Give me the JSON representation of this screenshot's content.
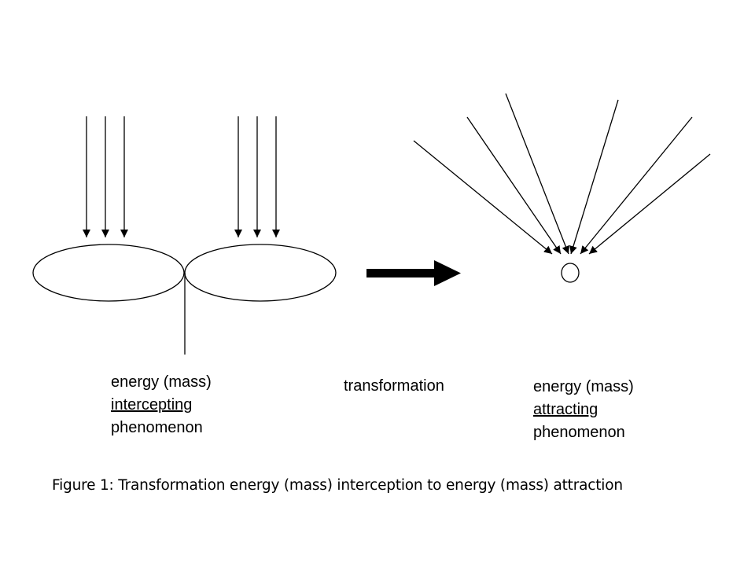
{
  "left_label": {
    "line1": "energy (mass)",
    "line2": "intercepting",
    "line3": "phenomenon"
  },
  "middle_label": "transformation",
  "right_label": {
    "line1": "energy (mass)",
    "line2": "attracting",
    "line3": "phenomenon"
  },
  "caption": "Figure 1: Transformation energy (mass) interception to energy (mass) attraction",
  "colors": {
    "stroke": "#000000",
    "background": "#ffffff"
  }
}
